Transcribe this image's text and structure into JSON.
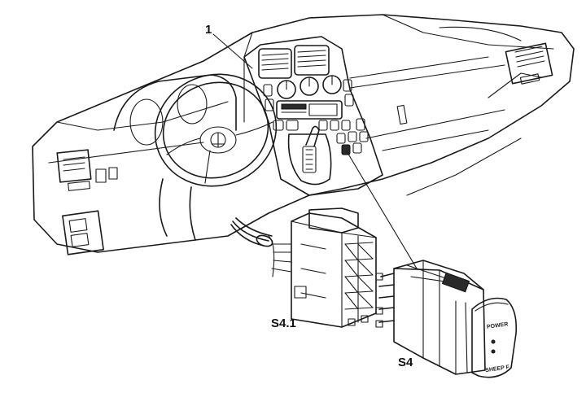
{
  "labels": {
    "item_1": "1",
    "s4_1": "S4.1",
    "s4": "S4"
  },
  "switch_text": {
    "top": "POWER",
    "bottom": "SHEEP F"
  }
}
